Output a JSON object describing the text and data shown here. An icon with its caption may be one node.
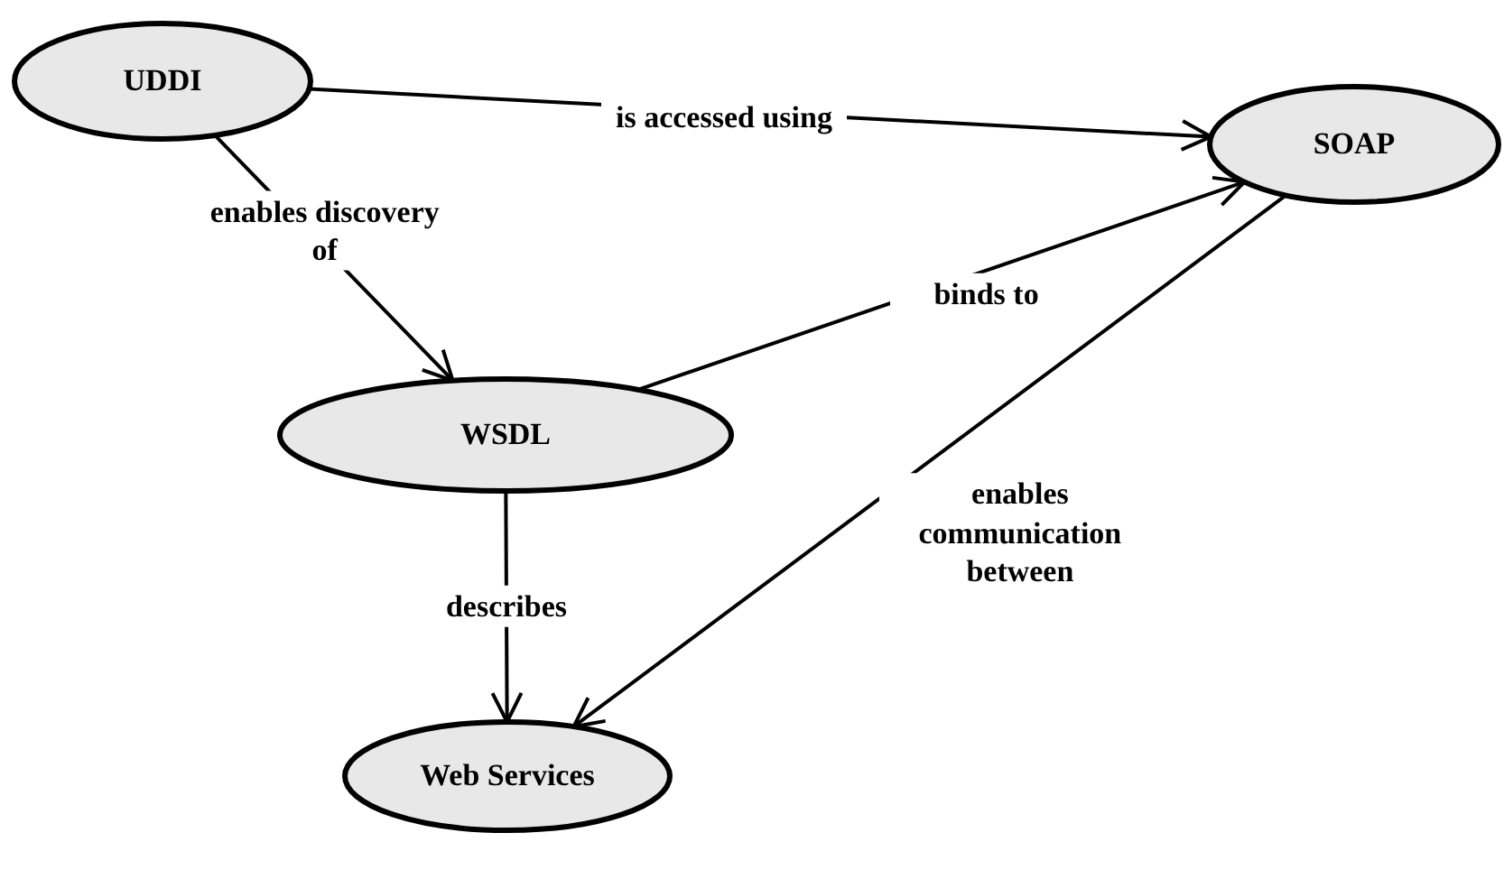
{
  "diagram": {
    "nodes": [
      {
        "text": [
          "UDDI"
        ]
      },
      {
        "text": [
          "SOAP"
        ]
      },
      {
        "text": [
          "WSDL"
        ]
      },
      {
        "text": [
          "Web Services"
        ]
      }
    ],
    "edges": [
      {
        "from": 0,
        "to": 1,
        "arrow": "to",
        "label": "is accessed using"
      },
      {
        "from": 0,
        "to": 2,
        "arrow": "to",
        "label": "enables discovery of"
      },
      {
        "from": 2,
        "to": 1,
        "arrow": "to",
        "label": "binds to"
      },
      {
        "from": 1,
        "to": 3,
        "arrow": "to",
        "label": "enables communication between"
      },
      {
        "from": 2,
        "to": 3,
        "arrow": "to",
        "label": "describes"
      }
    ]
  }
}
